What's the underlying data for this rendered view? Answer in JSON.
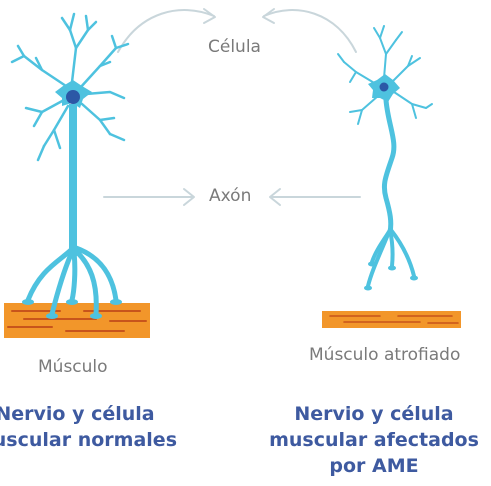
{
  "labels": {
    "cell": "Célula",
    "axon": "Axón",
    "muscle": "Músculo",
    "muscle_atrophied": "Músculo atrofiado"
  },
  "captions": {
    "normal": [
      "Nervio y célula",
      "muscular normales"
    ],
    "sma": [
      "Nervio y célula",
      "muscular afectados",
      "por AME"
    ]
  },
  "colors": {
    "neuron": "#4ec2df",
    "nucleus": "#2c58a6",
    "muscle": "#f2962a",
    "muscle_stripe": "#c8541b",
    "arrow": "#c9d6db",
    "label": "#7a7a7a",
    "caption": "#3e5aa0"
  }
}
